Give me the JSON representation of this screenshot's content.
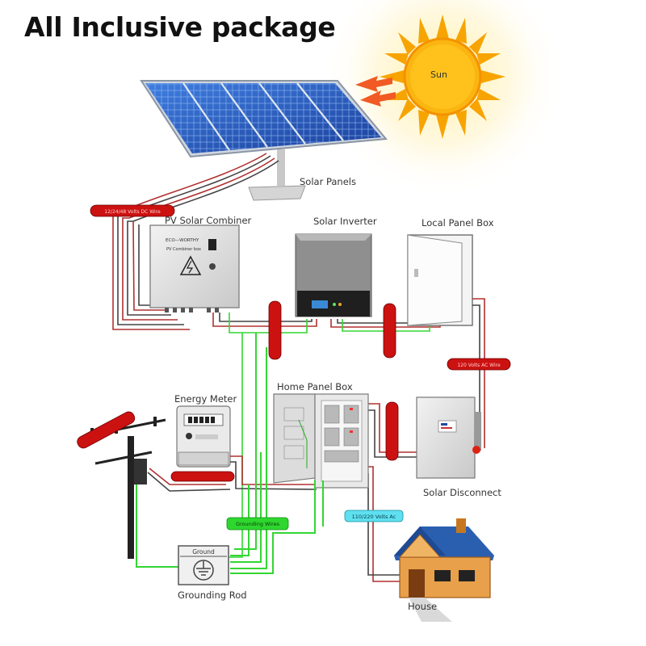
{
  "title": "All Inclusive package",
  "labels": {
    "sun": "Sun",
    "solar_panels": "Solar Panels",
    "pv_combiner": "PV Solar Combiner",
    "solar_inverter": "Solar Inverter",
    "local_panel_box": "Local Panel Box",
    "energy_meter": "Energy Meter",
    "home_panel_box": "Home Panel Box",
    "solar_disconnect": "Solar Disconnect",
    "ground": "Ground",
    "grounding_rod": "Grounding Rod",
    "house": "House"
  },
  "combiner_box": {
    "brand": "ECO—WORTHY",
    "model": "PV Combiner box"
  },
  "wire_tags": {
    "dc_top": "12/24/48 Volts DC Wire",
    "ac_right": "120 Volts AC Wire",
    "grounding": "Grounding Wires",
    "ac_house": "110/220 Volts Ac"
  },
  "colors": {
    "dc_wire": "#b03030",
    "ground_wire": "#33d633",
    "tag_red": "#cc1111",
    "tag_green": "#2ed72e",
    "tag_cyan": "#5ee0f0",
    "sun": "#f7b500"
  }
}
